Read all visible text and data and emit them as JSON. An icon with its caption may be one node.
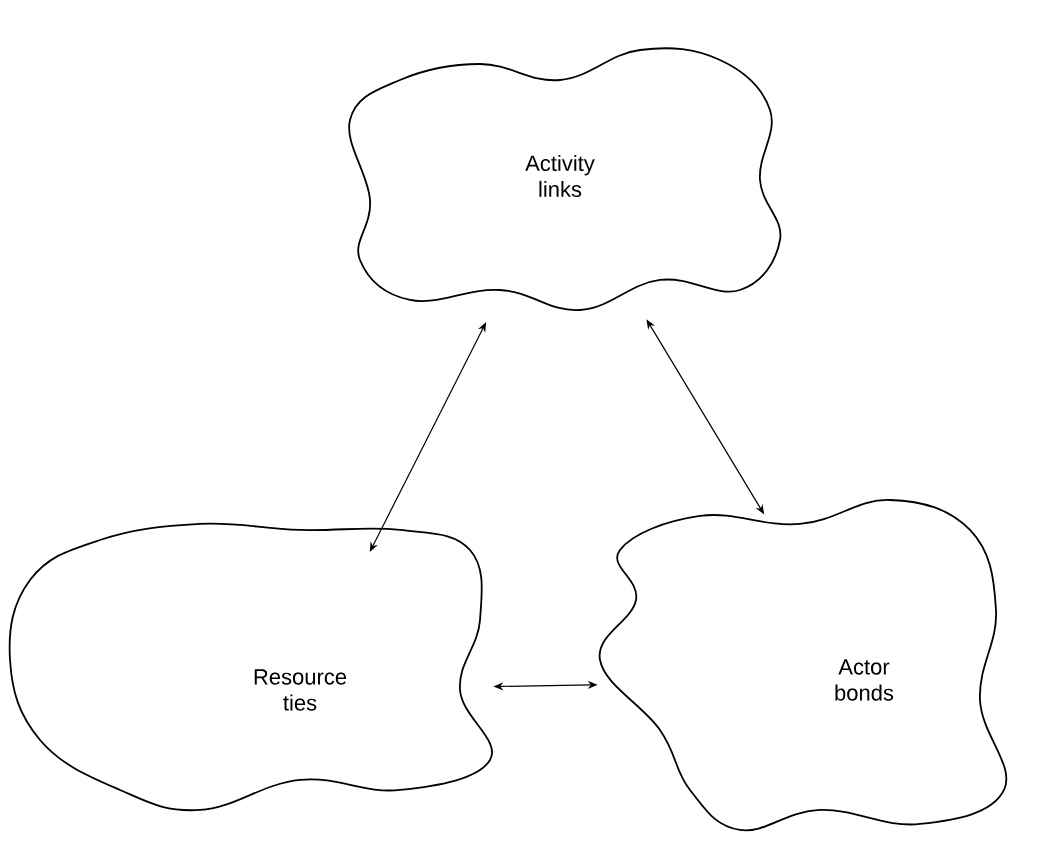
{
  "diagram": {
    "nodes": [
      {
        "text": [
          "Activity links"
        ]
      },
      {
        "text": [
          "Resource ties"
        ]
      },
      {
        "text": [
          "Actor bonds"
        ]
      }
    ],
    "edges": [
      {
        "from": 0,
        "to": 1,
        "arrow": "both"
      },
      {
        "from": 0,
        "to": 2,
        "arrow": "both"
      },
      {
        "from": 1,
        "to": 2,
        "arrow": "both"
      }
    ]
  }
}
